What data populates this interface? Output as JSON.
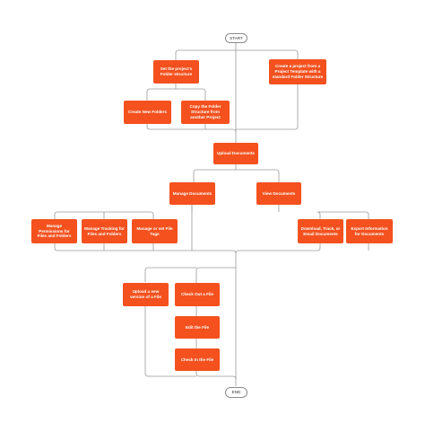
{
  "colors": {
    "process_fill": "#f4511e",
    "process_text": "#ffffff",
    "connector": "#9a9a9a",
    "terminal_border": "#8a8a8a",
    "background": "#ffffff"
  },
  "nodes": {
    "start": "START",
    "set_folder_structure": "Set the project's Folder structure",
    "create_from_template": "Create a project from a Project Template with a standard Folder Structure",
    "create_new_folders": "Create New Folders",
    "copy_folder_structure": "Copy the Folder Structure from another Project",
    "upload_documents": "Upload Documents",
    "manage_documents": "Manage Documents",
    "view_documents": "View Documents",
    "manage_permissions": "Manage Permissions for Files and Folders",
    "manage_tracking": "Manage Tracking for Files and Folders",
    "manage_tags": "Manage or set File Tags",
    "download_track_email": "Download, Track, or Email Documents",
    "export_information": "Export Information for Documents",
    "upload_new_version": "Upload a new version of a File",
    "check_out_file": "Check Out a File",
    "edit_file": "Edit the File",
    "check_in_file": "Check In the File",
    "end": "END"
  }
}
